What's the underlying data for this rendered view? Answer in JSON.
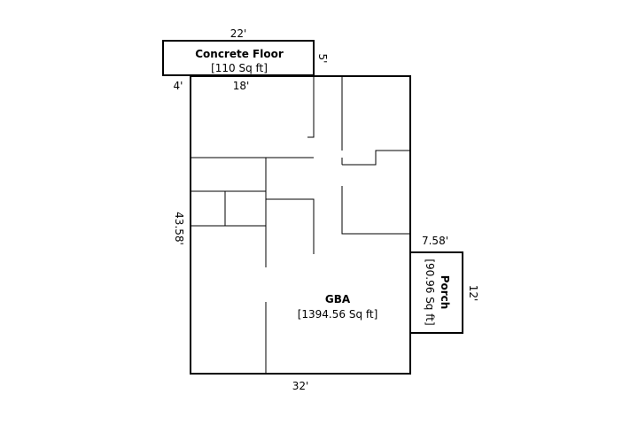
{
  "rooms": {
    "concrete_floor": {
      "name": "Concrete Floor",
      "area": "[110 Sq ft]"
    },
    "gba": {
      "name": "GBA",
      "area": "[1394.56 Sq ft]"
    },
    "porch": {
      "name": "Porch",
      "area": "[90.96 Sq ft]"
    }
  },
  "dimensions": {
    "concrete_top": "22'",
    "concrete_side": "5'",
    "gba_left_offset": "4'",
    "gba_top_inner": "18'",
    "gba_left": "43.58'",
    "gba_bottom": "32'",
    "porch_top": "7.58'",
    "porch_right": "12'"
  },
  "colors": {
    "line": "#000000",
    "background": "#ffffff"
  }
}
